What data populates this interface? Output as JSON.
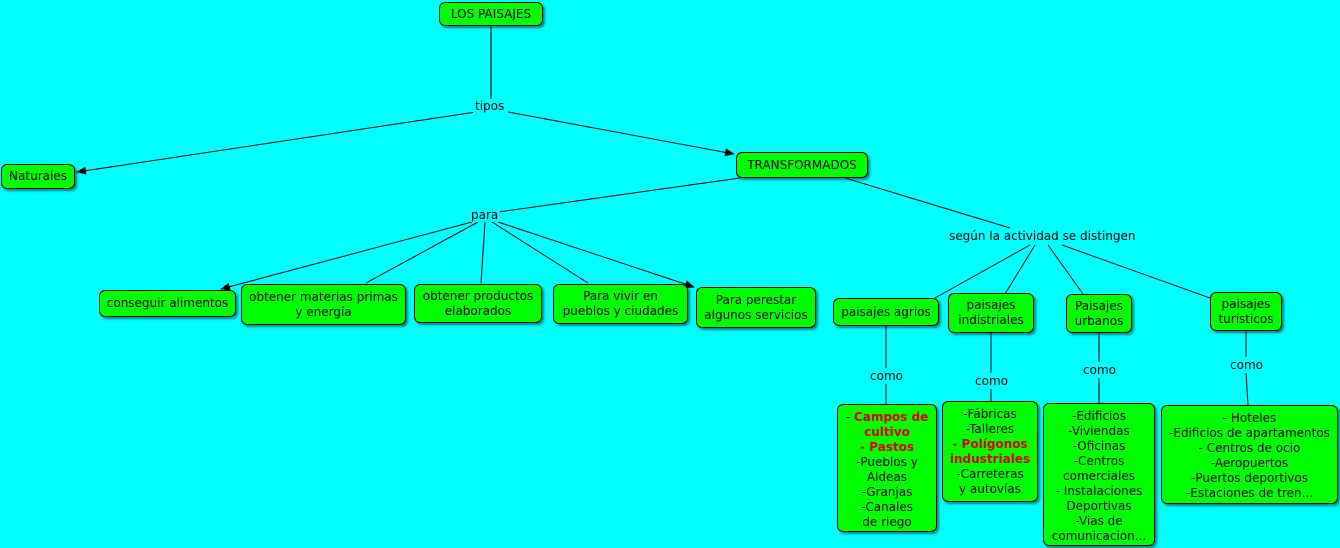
{
  "root": "LOS PAISAJES",
  "link_tipos": "tipos",
  "naturales": "Naturales",
  "transformados": "TRANSFORMADOS",
  "link_para": "para",
  "link_segun": "según la actividad se distingen",
  "para_items": [
    "conseguir alimentos",
    "obtener materias primas\ny energía",
    "obtener productos\nelaborados",
    "Para vivir en\npueblos y ciudades",
    "Para perestar\nalgunos servicios"
  ],
  "tipos_actividad": [
    "paisajes agrios",
    "paisajes\nindistriales",
    "Paisajes\nurbanos",
    "paisajes\nturísticos"
  ],
  "link_como": "como",
  "ejemplos": {
    "agrios": [
      {
        "text": "- ",
        "highlight": false,
        "inline": true
      },
      {
        "text": "Campos de\ncultivo",
        "highlight": true
      },
      {
        "text": "- Pastos",
        "highlight": true
      },
      {
        "text": "-Pueblos y\nAldeas",
        "highlight": false
      },
      {
        "text": "-Granjas",
        "highlight": false
      },
      {
        "text": "-Canales\nde riego",
        "highlight": false
      }
    ],
    "industriales": [
      {
        "text": "-Fábricas",
        "highlight": false
      },
      {
        "text": "-Talleres",
        "highlight": false
      },
      {
        "text": "- Polígonos\nindustriales",
        "highlight": true
      },
      {
        "text": "-Carreteras\ny autovías",
        "highlight": false
      }
    ],
    "urbanos": [
      "-Edificios",
      "-Viviendas",
      "-Oficinas",
      "-Centros\ncomerciales",
      "- Instalaciones\nDeportivas",
      "-Vias de\ncomunicacion..."
    ],
    "turisticos": [
      "- Hoteles",
      "-Edificios de apartamentos",
      "- Centros de ocio",
      "-Aeropuertos",
      "-Puertos deportivos",
      "-Estaciones de tren..."
    ]
  }
}
